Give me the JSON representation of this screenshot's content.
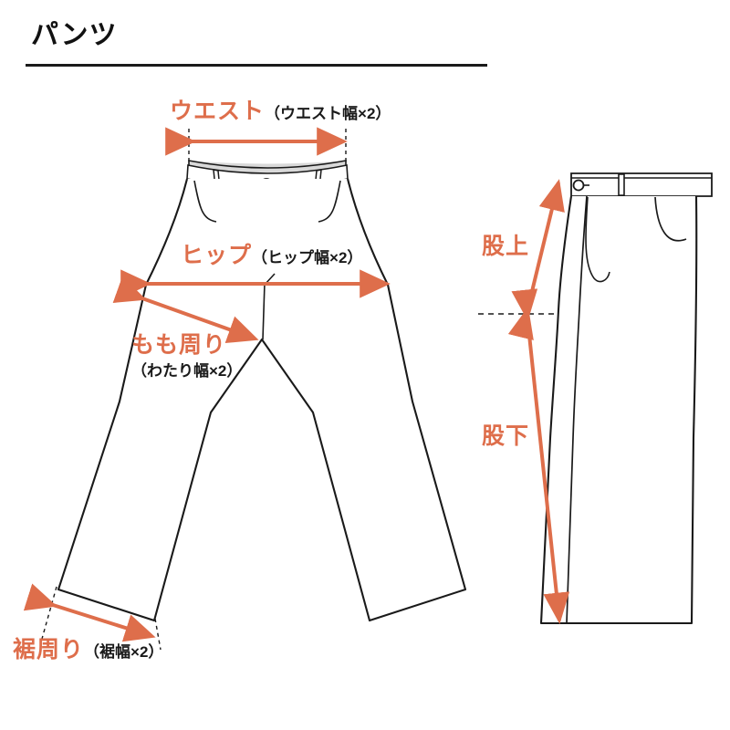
{
  "header": {
    "title": "パンツ"
  },
  "labels": {
    "waist": {
      "main": "ウエスト",
      "sub": "（ウエスト幅×2）"
    },
    "hip": {
      "main": "ヒップ",
      "sub": "（ヒップ幅×2）"
    },
    "thigh": {
      "main": "もも周り",
      "sub": "（わたり幅×2）"
    },
    "hem": {
      "main": "裾周り",
      "sub": "（裾幅×2）"
    },
    "rise": {
      "main": "股上",
      "sub": ""
    },
    "inseam": {
      "main": "股下",
      "sub": ""
    }
  },
  "colors": {
    "accent": "#de6e4b",
    "outline": "#1a1a1a",
    "waistband_fill": "#d9d9d9",
    "background": "#ffffff",
    "text": "#1a1a1a"
  },
  "icons": {
    "waist_arrow": "double-arrow-horizontal-icon",
    "hip_arrow": "double-arrow-horizontal-icon",
    "thigh_arrow": "double-arrow-diagonal-icon",
    "hem_arrow": "double-arrow-diagonal-icon",
    "rise_arrow": "double-arrow-vertical-icon",
    "inseam_arrow": "arrow-down-icon",
    "front_pants": "pants-front-view-icon",
    "side_pants": "pants-side-view-icon"
  },
  "measurements": [
    {
      "key": "waist",
      "label": "ウエスト",
      "note": "（ウエスト幅×2）",
      "view": "front"
    },
    {
      "key": "hip",
      "label": "ヒップ",
      "note": "（ヒップ幅×2）",
      "view": "front"
    },
    {
      "key": "thigh",
      "label": "もも周り",
      "note": "（わたり幅×2）",
      "view": "front"
    },
    {
      "key": "hem",
      "label": "裾周り",
      "note": "（裾幅×2）",
      "view": "front"
    },
    {
      "key": "rise",
      "label": "股上",
      "note": "",
      "view": "side"
    },
    {
      "key": "inseam",
      "label": "股下",
      "note": "",
      "view": "side"
    }
  ]
}
